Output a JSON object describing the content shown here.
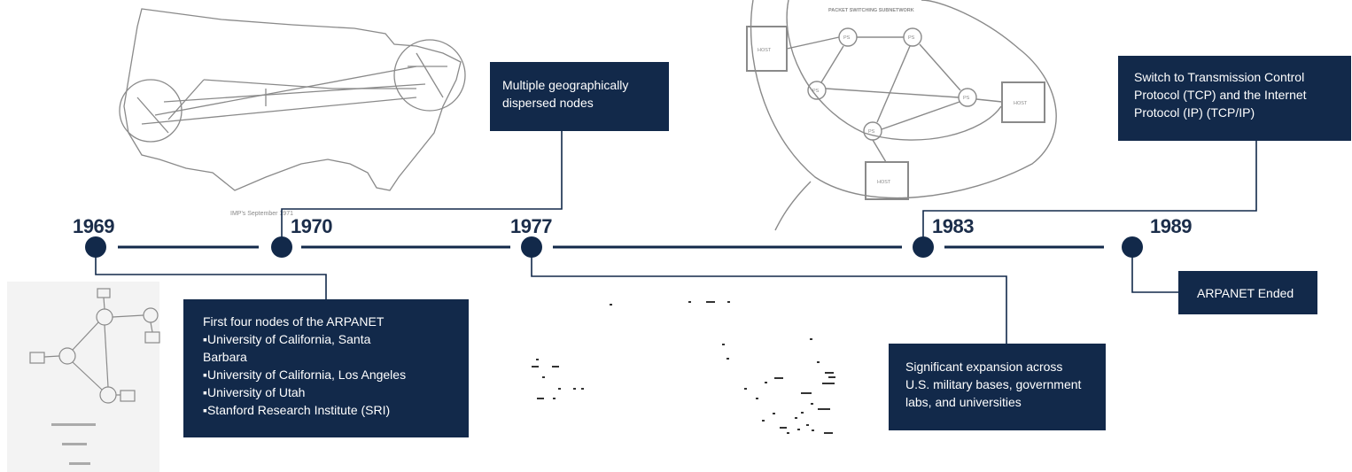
{
  "years": {
    "y1969": "1969",
    "y1970": "1970",
    "y1977": "1977",
    "y1983": "1983",
    "y1989": "1989"
  },
  "events": {
    "e1969": {
      "title": "First four nodes of the ARPANET",
      "items": [
        "▪University of California, Santa",
        "Barbara",
        "▪University of California, Los Angeles",
        "▪University of Utah",
        "▪Stanford Research Institute (SRI)"
      ]
    },
    "e1970": {
      "lines": [
        "Multiple geographically",
        "dispersed nodes"
      ]
    },
    "e1977": {
      "lines": [
        "Significant expansion across",
        "U.S. military bases, government",
        "labs, and universities"
      ]
    },
    "e1983": {
      "lines": [
        "Switch to Transmission Control",
        "Protocol (TCP) and the Internet",
        "Protocol (IP) (TCP/IP)"
      ]
    },
    "e1989": {
      "lines": [
        "ARPANET Ended"
      ]
    }
  },
  "images": {
    "packet_switching_heading": "PACKET SWITCHING SUBNETWORK",
    "node_label": "PS",
    "host_label": "HOST",
    "map_caption": "IMP's  September 1971"
  },
  "colors": {
    "navy": "#12294a",
    "year_text": "#1b2d4a",
    "sketch": "#8a8a8a"
  }
}
